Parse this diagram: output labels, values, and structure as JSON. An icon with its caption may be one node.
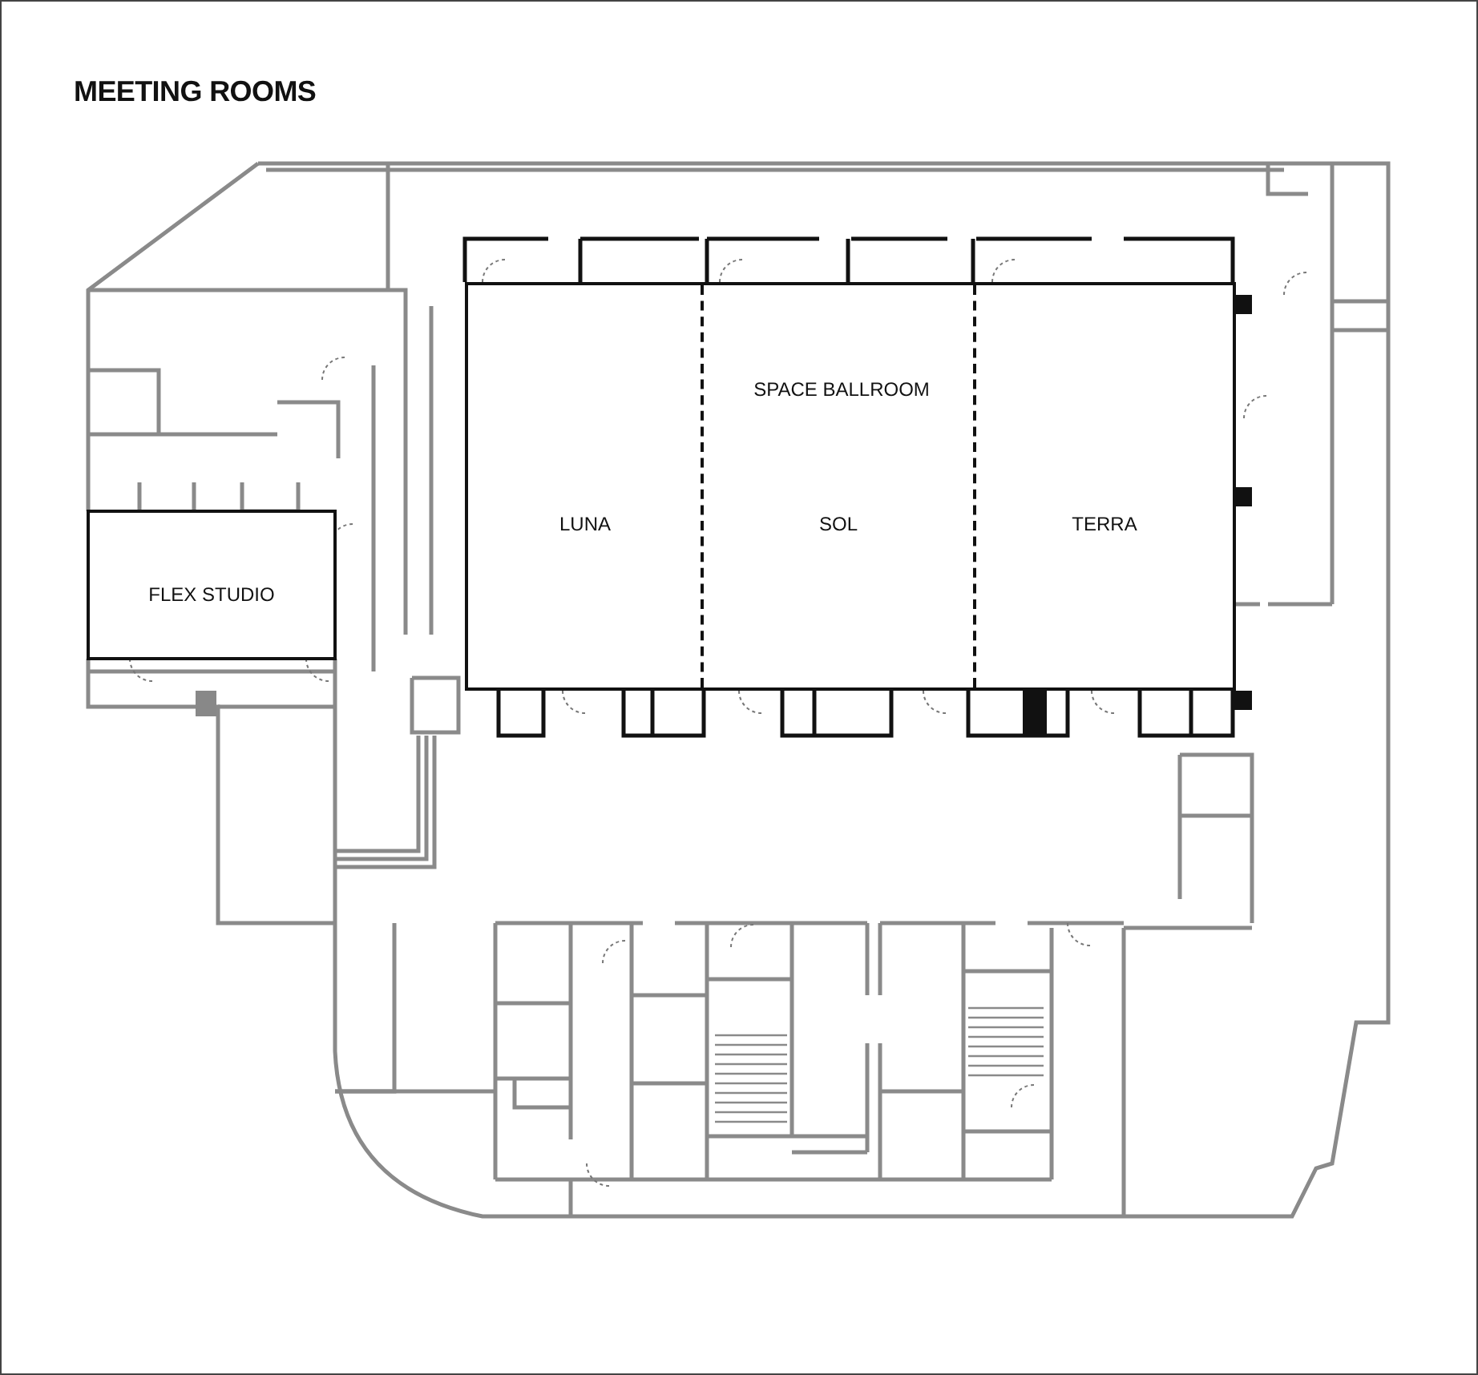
{
  "diagram": {
    "title": "MEETING ROOMS",
    "nodes": [
      {
        "text": [
          "SPACE BALLROOM"
        ]
      },
      {
        "text": [
          "LUNA"
        ],
        "in": 0
      },
      {
        "text": [
          "SOL"
        ],
        "in": 0
      },
      {
        "text": [
          "TERRA"
        ],
        "in": 0
      },
      {
        "text": [
          "FLEX STUDIO"
        ]
      }
    ]
  }
}
